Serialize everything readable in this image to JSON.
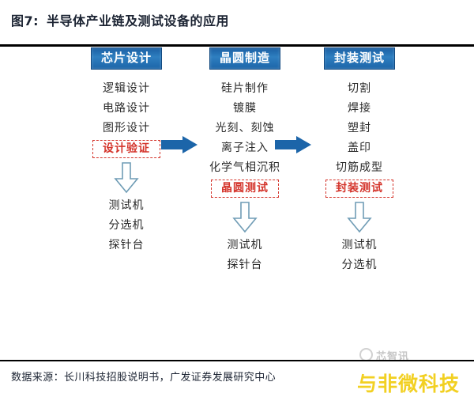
{
  "figure": {
    "label": "图7:",
    "title": "半导体产业链及测试设备的应用"
  },
  "source": {
    "text": "数据来源：长川科技招股说明书，广发证券发展研究中心"
  },
  "watermarks": {
    "gray": "芯智讯",
    "yellow": "与非微科技"
  },
  "colors": {
    "chip_blue": "#2f7fc0",
    "chip_blue_dark": "#1a5fa3",
    "callout_red": "#d4342b",
    "arrow_outline": "#6f9cb5",
    "rule": "#000000",
    "watermark_yellow": "#f2d022"
  },
  "flow": {
    "arrows": [
      "arrow-right",
      "arrow-right"
    ],
    "columns": [
      {
        "header": "芯片设计",
        "steps": [
          "逻辑设计",
          "电路设计",
          "图形设计"
        ],
        "callout": "设计验证",
        "equipment": [
          "测试机",
          "分选机",
          "探针台"
        ]
      },
      {
        "header": "晶圆制造",
        "steps": [
          "硅片制作",
          "镀膜",
          "光刻、刻蚀",
          "离子注入",
          "化学气相沉积"
        ],
        "callout": "晶圆测试",
        "equipment": [
          "测试机",
          "探针台"
        ]
      },
      {
        "header": "封装测试",
        "steps": [
          "切割",
          "焊接",
          "塑封",
          "盖印",
          "切筋成型"
        ],
        "callout": "封装测试",
        "equipment": [
          "测试机",
          "分选机"
        ]
      }
    ]
  }
}
